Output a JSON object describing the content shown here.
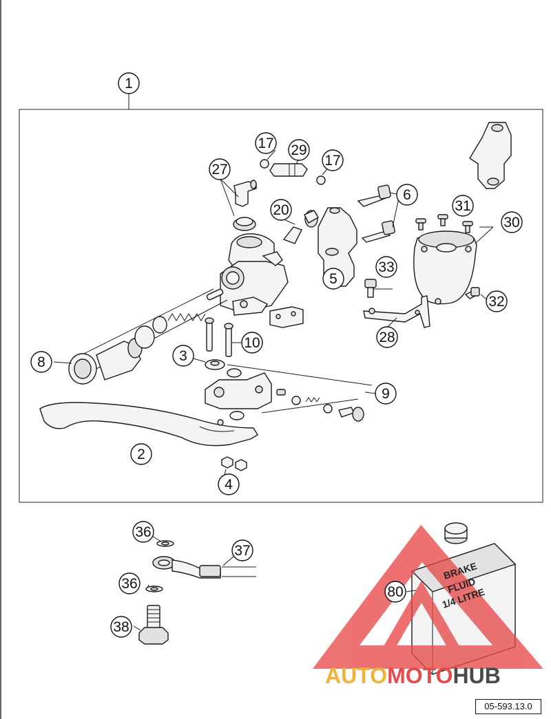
{
  "diagram": {
    "callouts": [
      "1",
      "2",
      "3",
      "4",
      "5",
      "6",
      "8",
      "9",
      "10",
      "17",
      "17",
      "20",
      "27",
      "28",
      "29",
      "30",
      "31",
      "32",
      "33",
      "36",
      "36",
      "37",
      "38",
      "80"
    ],
    "container_text": [
      "BRAKE",
      "FLUID",
      "1/4 LITRE"
    ],
    "reference_code": "05-593.13.0",
    "watermark": {
      "part1": "AUTO",
      "part2": "MOTO",
      "part3": "HUB"
    },
    "colors": {
      "watermark_orange": "#f2b23a",
      "watermark_red": "#e84a4a",
      "watermark_dark": "#4a4a4a",
      "line": "#1a1a1a"
    }
  }
}
